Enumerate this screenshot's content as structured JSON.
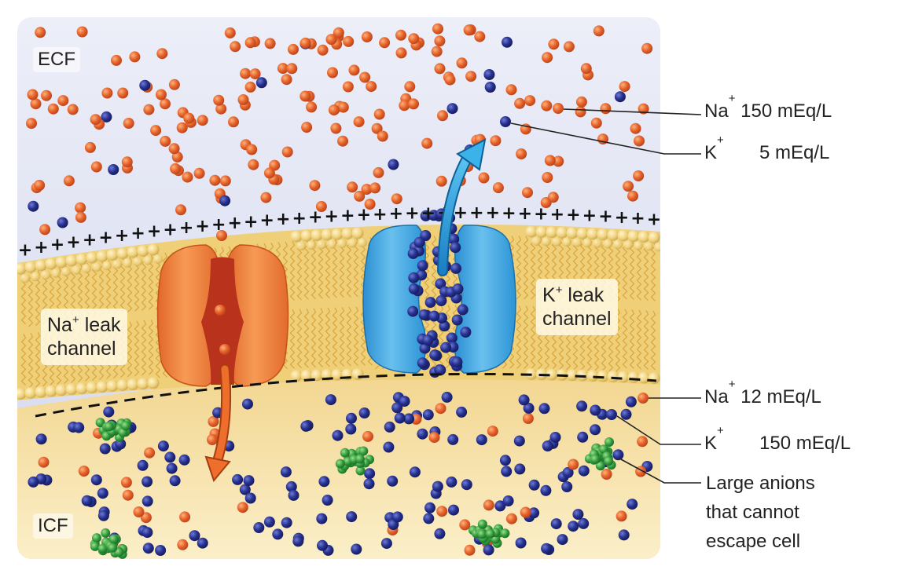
{
  "regions": {
    "ecf": "ECF",
    "icf": "ICF"
  },
  "channels": {
    "na": {
      "ion": "Na",
      "charge": "+",
      "line1_rest": "leak",
      "line2": "channel"
    },
    "k": {
      "ion": "K",
      "charge": "+",
      "line1_rest": "leak",
      "line2": "channel"
    }
  },
  "labels": {
    "ecf_na": {
      "ion": "Na",
      "charge": "+",
      "value": "150 mEq/L"
    },
    "ecf_k": {
      "ion": "K",
      "charge": "+",
      "value": "5 mEq/L"
    },
    "icf_na": {
      "ion": "Na",
      "charge": "+",
      "value": "12 mEq/L"
    },
    "icf_k": {
      "ion": "K",
      "charge": "+",
      "value": "150 mEq/L"
    },
    "anions": {
      "line1": "Large anions",
      "line2": "that cannot",
      "line3": "escape cell"
    }
  },
  "membrane": {
    "outer_charge_symbol": "+",
    "outer_charge_count": 40
  },
  "colors": {
    "na_ion": "#e5622a",
    "k_ion": "#232e8c",
    "anion": "#2f9a3c",
    "na_channel": "#f0843e",
    "k_channel": "#3aa3df",
    "ecf_bg": "#d9dcef",
    "icf_bg": "#f6dfa0",
    "membrane": "#f1d37e"
  },
  "icons": {
    "na_flow": "arrow-down-icon",
    "k_flow": "arrow-up-icon"
  }
}
